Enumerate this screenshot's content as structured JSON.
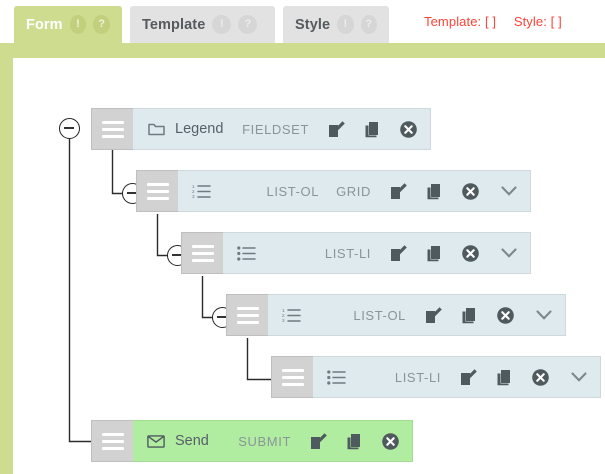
{
  "tabs": [
    {
      "label": "Form",
      "state": "active",
      "badges": [
        "!",
        "?"
      ]
    },
    {
      "label": "Template",
      "state": "inactive",
      "badges": [
        "!",
        "?"
      ]
    },
    {
      "label": "Style",
      "state": "inactive",
      "badges": [
        "!",
        "?"
      ]
    }
  ],
  "status": {
    "template": "Template: [  ]",
    "style": "Style: [  ]",
    "color": "#fd4436"
  },
  "theme": {
    "accent_green": "#cddc8e",
    "row_blue": "#dfeaee",
    "row_green": "#b1eda0",
    "handle_grey": "#d2d2d2"
  },
  "tree": [
    {
      "name": "Legend",
      "type": "FIELDSET",
      "extra_type": "",
      "icon": "folder-icon",
      "color": "blue",
      "collapsible": true,
      "chevron": false,
      "actions": [
        "edit-icon",
        "copy-icon",
        "delete-icon"
      ]
    },
    {
      "name": "",
      "type": "LIST-OL",
      "extra_type": "GRID",
      "icon": "ordered-list-icon",
      "color": "blue",
      "collapsible": true,
      "chevron": true,
      "actions": [
        "edit-icon",
        "copy-icon",
        "delete-icon"
      ]
    },
    {
      "name": "",
      "type": "LIST-LI",
      "extra_type": "",
      "icon": "unordered-list-icon",
      "color": "blue",
      "collapsible": true,
      "chevron": true,
      "actions": [
        "edit-icon",
        "copy-icon",
        "delete-icon"
      ]
    },
    {
      "name": "",
      "type": "LIST-OL",
      "extra_type": "",
      "icon": "ordered-list-icon",
      "color": "blue",
      "collapsible": true,
      "chevron": true,
      "actions": [
        "edit-icon",
        "copy-icon",
        "delete-icon"
      ]
    },
    {
      "name": "",
      "type": "LIST-LI",
      "extra_type": "",
      "icon": "unordered-list-icon",
      "color": "blue",
      "collapsible": false,
      "chevron": true,
      "actions": [
        "edit-icon",
        "copy-icon",
        "delete-icon"
      ]
    },
    {
      "name": "Send",
      "type": "SUBMIT",
      "extra_type": "",
      "icon": "envelope-icon",
      "color": "green",
      "collapsible": false,
      "chevron": false,
      "actions": [
        "edit-icon",
        "copy-icon",
        "delete-icon"
      ]
    }
  ]
}
